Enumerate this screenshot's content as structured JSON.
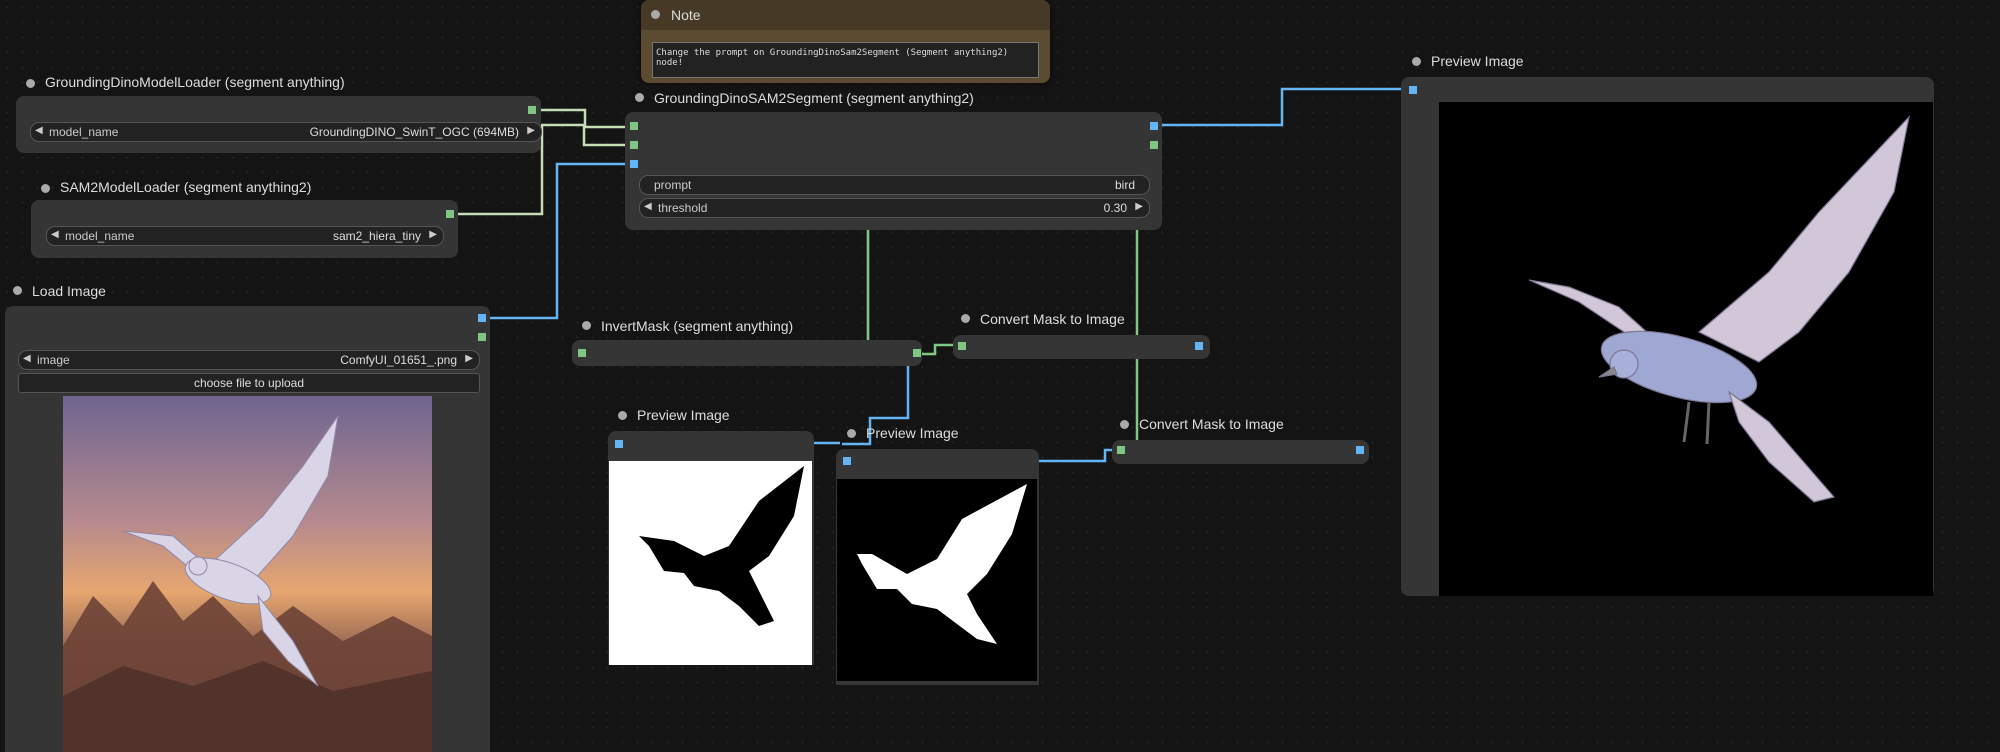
{
  "note": {
    "title": "Note",
    "text": "Change the prompt on GroundingDinoSam2Segment (Segment anything2) node!"
  },
  "dino_loader": {
    "title": "GroundingDinoModelLoader (segment anything)",
    "widget_label": "model_name",
    "widget_value": "GroundingDINO_SwinT_OGC (694MB)"
  },
  "sam2_loader": {
    "title": "SAM2ModelLoader (segment anything2)",
    "widget_label": "model_name",
    "widget_value": "sam2_hiera_tiny"
  },
  "segment": {
    "title": "GroundingDinoSAM2Segment (segment anything2)",
    "prompt_label": "prompt",
    "prompt_value": "bird",
    "threshold_label": "threshold",
    "threshold_value": "0.30"
  },
  "load_image": {
    "title": "Load Image",
    "widget_label": "image",
    "widget_value": "ComfyUI_01651_.png",
    "upload_label": "choose file to upload"
  },
  "invert_mask": {
    "title": "InvertMask (segment anything)"
  },
  "convert_mask_1": {
    "title": "Convert Mask to Image"
  },
  "convert_mask_2": {
    "title": "Convert Mask to Image"
  },
  "preview_1": {
    "title": "Preview Image"
  },
  "preview_2": {
    "title": "Preview Image"
  },
  "preview_main": {
    "title": "Preview Image"
  },
  "colors": {
    "image_wire": "#64b5f6",
    "mask_wire": "#81c784",
    "model_wire": "#c6dcb4",
    "note_bg": "#5b4b31"
  },
  "icons": {
    "left_arrow": "triangle-left",
    "right_arrow": "triangle-right"
  }
}
